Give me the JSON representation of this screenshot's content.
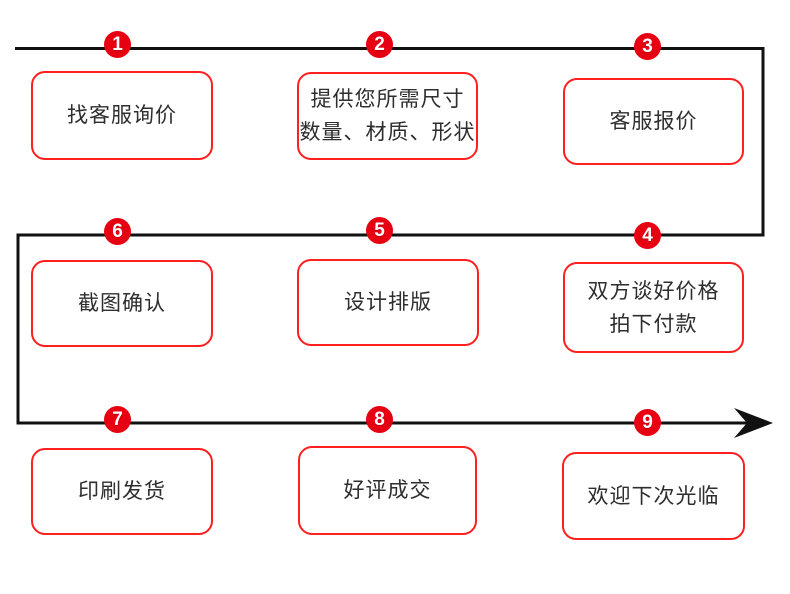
{
  "diagram": {
    "name": "order-process-flowchart",
    "colors": {
      "background": "#ffffff",
      "flow_line": "#111111",
      "circle_red": "#e60012",
      "box_border_red": "#ff1f1f",
      "box_text": "#2e2e2e",
      "number_text": "#ffffff"
    },
    "steps": [
      {
        "num": "1",
        "lines": [
          "找客服询价"
        ]
      },
      {
        "num": "2",
        "lines": [
          "提供您所需尺寸",
          "数量、材质、形状"
        ]
      },
      {
        "num": "3",
        "lines": [
          "客服报价"
        ]
      },
      {
        "num": "4",
        "lines": [
          "双方谈好价格",
          "拍下付款"
        ]
      },
      {
        "num": "5",
        "lines": [
          "设计排版"
        ]
      },
      {
        "num": "6",
        "lines": [
          "截图确认"
        ]
      },
      {
        "num": "7",
        "lines": [
          "印刷发货"
        ]
      },
      {
        "num": "8",
        "lines": [
          "好评成交"
        ]
      },
      {
        "num": "9",
        "lines": [
          "欢迎下次光临"
        ]
      }
    ]
  }
}
